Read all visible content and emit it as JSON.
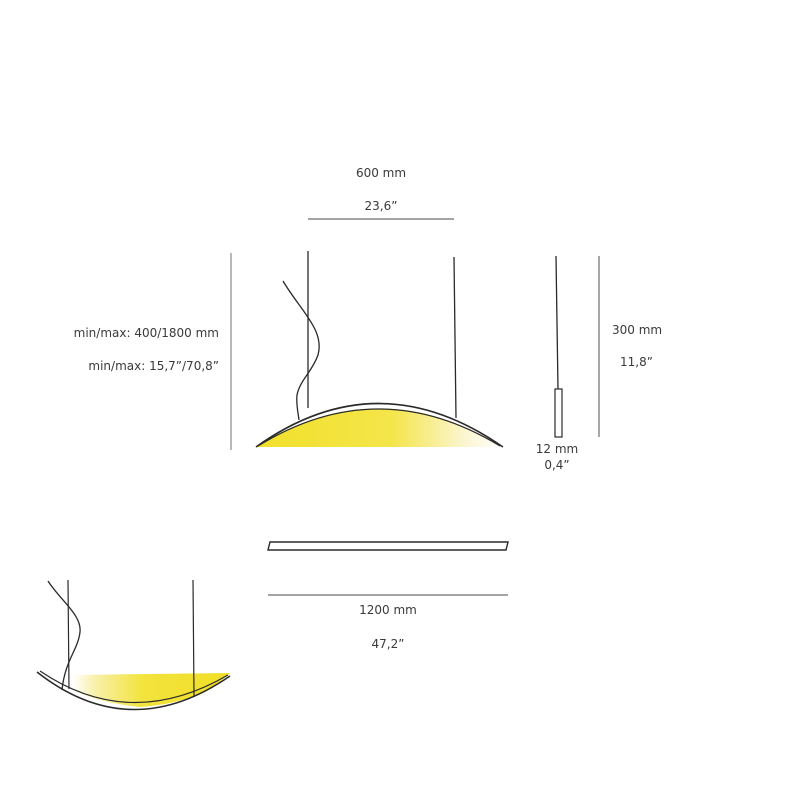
{
  "front_view": {
    "width_mm": "600 mm",
    "width_in": "23,6”",
    "height_mm": "min/max: 400/1800 mm",
    "height_in": "min/max: 15,7”/70,8”"
  },
  "side_view": {
    "height_mm": "300 mm",
    "height_in": "11,8”",
    "thickness_mm": "12 mm",
    "thickness_in": "0,4”"
  },
  "top_view": {
    "length_mm": "1200 mm",
    "length_in": "47,2”"
  },
  "colors": {
    "line": "#2a2a2a",
    "dimension_line": "#6e6e6e",
    "light_yellow": "#f3e33a",
    "light_fade": "#fbf7d8"
  }
}
